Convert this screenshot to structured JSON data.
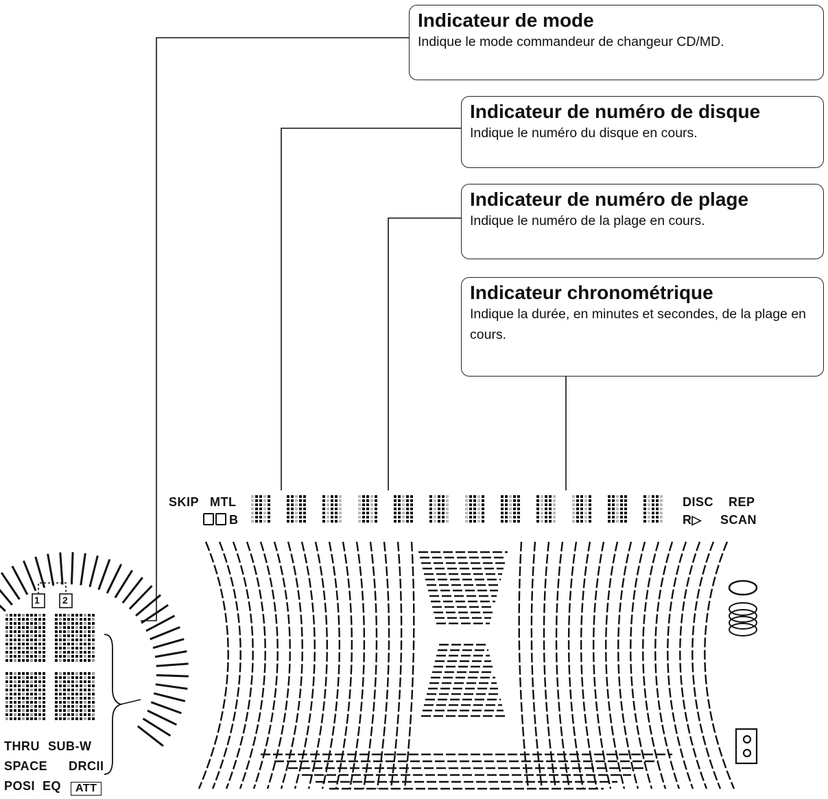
{
  "callouts": {
    "mode": {
      "title": "Indicateur de mode",
      "desc": "Indique le mode commandeur de changeur CD/MD."
    },
    "disc": {
      "title": "Indicateur de numéro de disque",
      "desc": "Indique le numéro du disque en cours."
    },
    "track": {
      "title": "Indicateur de numéro de plage",
      "desc": "Indique le numéro de la plage en cours."
    },
    "time": {
      "title": "Indicateur chronométrique",
      "desc": "Indique la durée, en minutes et secondes, de la plage en cours."
    }
  },
  "display": {
    "skip": "SKIP",
    "mtl": "MTL",
    "db": "B",
    "disc": "DISC",
    "rep": "REP",
    "r": "R▷",
    "scan": "SCAN",
    "thru": "THRU",
    "subw": "SUB-W",
    "space": "SPACE",
    "drc": "DRCII",
    "posi": "POSI",
    "eq": "EQ",
    "att": "ATT",
    "box1": "1",
    "box2": "2"
  }
}
